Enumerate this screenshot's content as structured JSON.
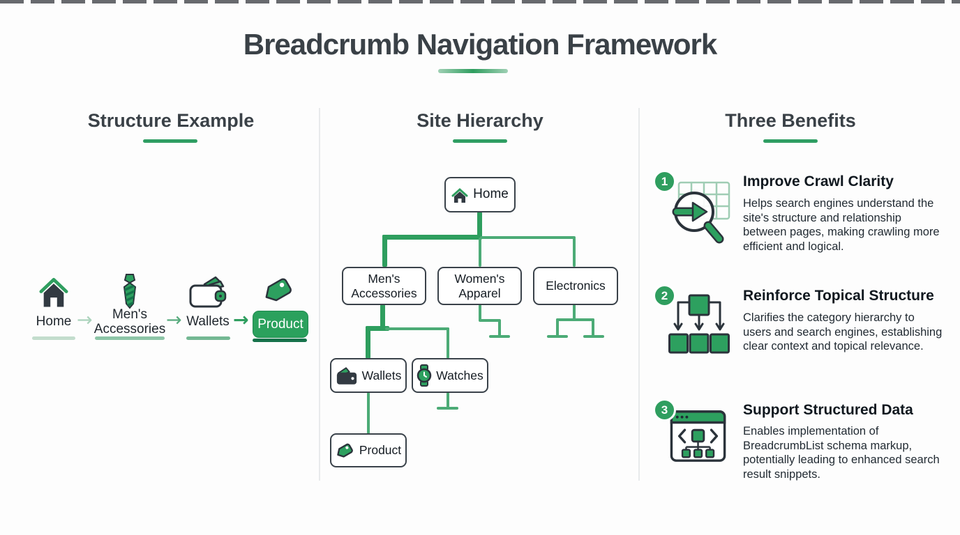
{
  "title": "Breadcrumb Navigation Framework",
  "columns": {
    "structure": {
      "heading": "Structure Example",
      "separator": "→",
      "breadcrumb": [
        {
          "label": "Home",
          "icon": "home-icon"
        },
        {
          "label": "Men's Accessories",
          "icon": "necktie-icon"
        },
        {
          "label": "Wallets",
          "icon": "wallet-icon"
        },
        {
          "label": "Product",
          "icon": "price-tag-icon",
          "highlighted": true
        }
      ]
    },
    "hierarchy": {
      "heading": "Site Hierarchy",
      "nodes": {
        "home": "Home",
        "mens": "Men's Accessories",
        "womens": "Women's Apparel",
        "electronics": "Electronics",
        "wallets": "Wallets",
        "watches": "Watches",
        "product": "Product"
      }
    },
    "benefits": {
      "heading": "Three Benefits",
      "items": [
        {
          "number": "1",
          "title": "Improve Crawl Clarity",
          "description": "Helps search engines understand the site's structure and relationship between pages, making crawling more efficient and logical.",
          "icon": "crawl-magnifier-icon"
        },
        {
          "number": "2",
          "title": "Reinforce Topical Structure",
          "description": "Clarifies the category hierarchy to users and search engines, establishing clear context and topical relevance.",
          "icon": "topical-tree-icon"
        },
        {
          "number": "3",
          "title": "Support Structured Data",
          "description": "Enables implementation of BreadcrumbList schema markup, potentially leading to enhanced search result snippets.",
          "icon": "schema-window-icon"
        }
      ]
    }
  },
  "colors": {
    "green_primary": "#2f9e5f",
    "green_light": "#4cab76",
    "green_pale": "#abd3bc",
    "green_dark": "#15724a",
    "ink": "#3a4147",
    "box_border": "#3a424a"
  }
}
